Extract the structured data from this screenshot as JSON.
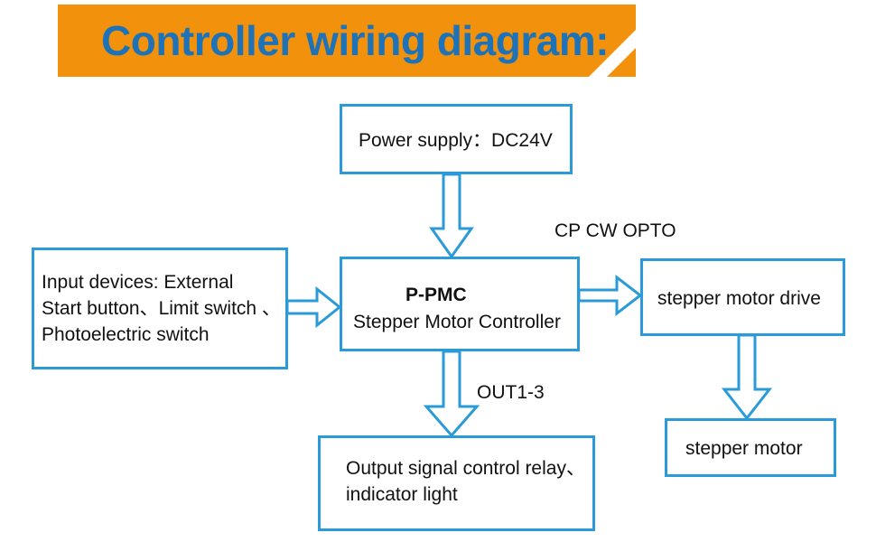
{
  "title": "Controller wiring diagram:",
  "colors": {
    "banner": "#f2920c",
    "title": "#1e72b8",
    "box_border": "#2a9ad8",
    "arrow": "#2a9ad8"
  },
  "nodes": {
    "power_supply": {
      "text": "Power supply：DC24V"
    },
    "input_devices": {
      "line1": "Input devices: External",
      "line2": "Start button、Limit switch 、",
      "line3": "Photoelectric switch"
    },
    "controller": {
      "name": "P-PMC",
      "subtitle": "Stepper Motor Controller"
    },
    "motor_drive": {
      "text": "stepper motor drive"
    },
    "stepper_motor": {
      "text": "stepper motor"
    },
    "output": {
      "line1": "Output signal control relay、",
      "line2": "indicator light"
    }
  },
  "edge_labels": {
    "controller_to_drive": "CP CW OPTO",
    "controller_to_output": "OUT1-3"
  },
  "edges": [
    {
      "from": "power_supply",
      "to": "controller"
    },
    {
      "from": "input_devices",
      "to": "controller"
    },
    {
      "from": "controller",
      "to": "motor_drive",
      "label": "CP CW OPTO"
    },
    {
      "from": "motor_drive",
      "to": "stepper_motor"
    },
    {
      "from": "controller",
      "to": "output",
      "label": "OUT1-3"
    }
  ]
}
